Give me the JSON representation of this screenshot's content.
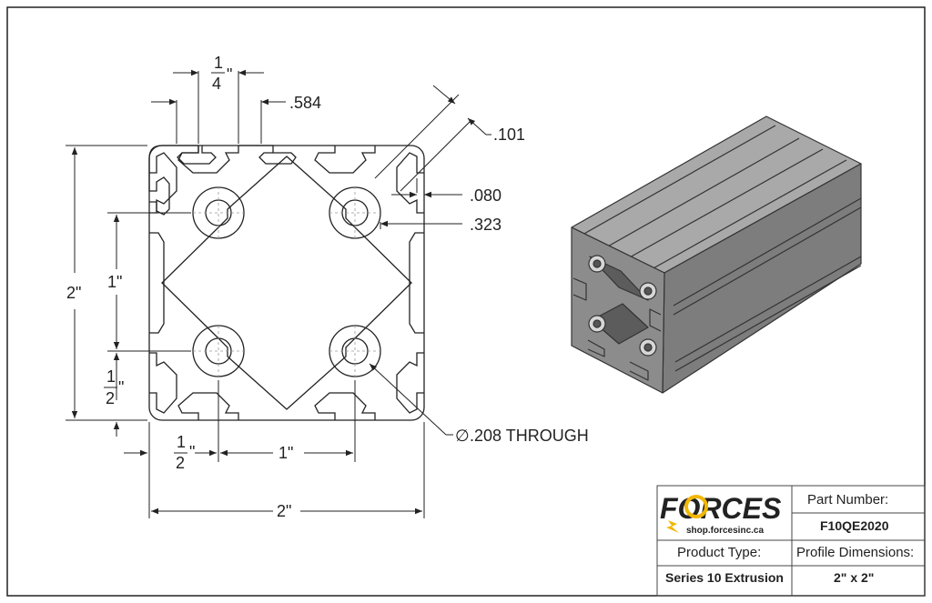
{
  "drawing": {
    "dims": {
      "quarter_num": "1",
      "quarter_den": "4",
      "quarter_unit": "\"",
      "d584": ".584",
      "d101": ".101",
      "d080": ".080",
      "d323": ".323",
      "height_2": "2\"",
      "pitch_1": "1\"",
      "half_num": "1",
      "half_den": "2",
      "half_unit": "\"",
      "bottom_half_num": "1",
      "bottom_half_den": "2",
      "bottom_half_unit": "\"",
      "bottom_pitch_1": "1\"",
      "width_2": "2\"",
      "hole_symbol": "∅",
      "hole": ".208 THROUGH"
    }
  },
  "title_block": {
    "logo_text": "FORCES",
    "logo_url": "shop.forcesinc.ca",
    "part_number_label": "Part Number:",
    "part_number_value": "F10QE2020",
    "product_type_label": "Product Type:",
    "product_type_value": "Series 10 Extrusion",
    "profile_dimensions_label": "Profile Dimensions:",
    "profile_dimensions_value": "2\" x 2\""
  },
  "colors": {
    "line": "#222222",
    "accent": "#f2b705",
    "logo_grey": "#555555",
    "extrusion_top": "#a9a9a9",
    "extrusion_side": "#7d7d7d",
    "extrusion_face": "#8c8c8c"
  }
}
